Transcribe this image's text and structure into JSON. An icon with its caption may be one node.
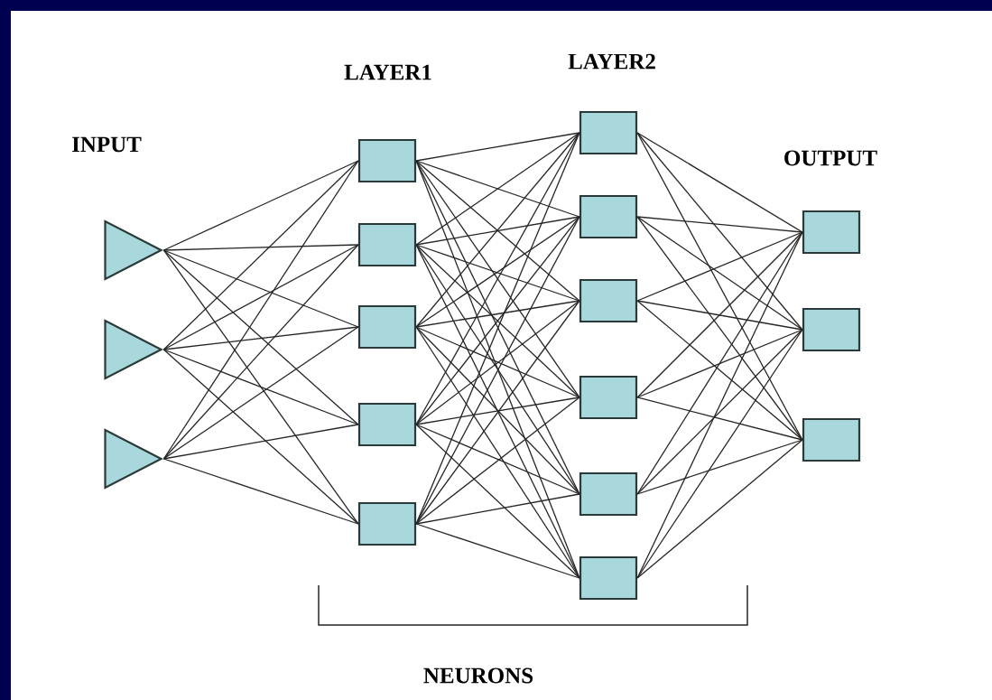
{
  "diagram": {
    "nodes": [
      {
        "text": [],
        "shape": "triangle"
      },
      {
        "text": [],
        "shape": "triangle"
      },
      {
        "text": [],
        "shape": "triangle"
      },
      {
        "text": [],
        "shape": "box"
      },
      {
        "text": [],
        "shape": "box"
      },
      {
        "text": [],
        "shape": "box"
      },
      {
        "text": [],
        "shape": "box"
      },
      {
        "text": [],
        "shape": "box"
      },
      {
        "text": [],
        "shape": "box"
      },
      {
        "text": [],
        "shape": "box"
      },
      {
        "text": [],
        "shape": "box"
      },
      {
        "text": [],
        "shape": "box"
      },
      {
        "text": [],
        "shape": "box"
      },
      {
        "text": [],
        "shape": "box"
      },
      {
        "text": [],
        "shape": "box"
      },
      {
        "text": [],
        "shape": "box"
      },
      {
        "text": [],
        "shape": "box"
      }
    ],
    "edges": [
      {
        "from": 0,
        "to": 3,
        "arrow": "none"
      },
      {
        "from": 0,
        "to": 4,
        "arrow": "none"
      },
      {
        "from": 0,
        "to": 5,
        "arrow": "none"
      },
      {
        "from": 0,
        "to": 6,
        "arrow": "none"
      },
      {
        "from": 0,
        "to": 7,
        "arrow": "none"
      },
      {
        "from": 1,
        "to": 3,
        "arrow": "none"
      },
      {
        "from": 1,
        "to": 4,
        "arrow": "none"
      },
      {
        "from": 1,
        "to": 5,
        "arrow": "none"
      },
      {
        "from": 1,
        "to": 6,
        "arrow": "none"
      },
      {
        "from": 1,
        "to": 7,
        "arrow": "none"
      },
      {
        "from": 2,
        "to": 3,
        "arrow": "none"
      },
      {
        "from": 2,
        "to": 4,
        "arrow": "none"
      },
      {
        "from": 2,
        "to": 5,
        "arrow": "none"
      },
      {
        "from": 2,
        "to": 6,
        "arrow": "none"
      },
      {
        "from": 2,
        "to": 7,
        "arrow": "none"
      },
      {
        "from": 3,
        "to": 8,
        "arrow": "none"
      },
      {
        "from": 3,
        "to": 9,
        "arrow": "none"
      },
      {
        "from": 3,
        "to": 10,
        "arrow": "none"
      },
      {
        "from": 3,
        "to": 11,
        "arrow": "none"
      },
      {
        "from": 3,
        "to": 12,
        "arrow": "none"
      },
      {
        "from": 3,
        "to": 13,
        "arrow": "none"
      },
      {
        "from": 4,
        "to": 8,
        "arrow": "none"
      },
      {
        "from": 4,
        "to": 9,
        "arrow": "none"
      },
      {
        "from": 4,
        "to": 10,
        "arrow": "none"
      },
      {
        "from": 4,
        "to": 11,
        "arrow": "none"
      },
      {
        "from": 4,
        "to": 12,
        "arrow": "none"
      },
      {
        "from": 4,
        "to": 13,
        "arrow": "none"
      },
      {
        "from": 5,
        "to": 8,
        "arrow": "none"
      },
      {
        "from": 5,
        "to": 9,
        "arrow": "none"
      },
      {
        "from": 5,
        "to": 10,
        "arrow": "none"
      },
      {
        "from": 5,
        "to": 11,
        "arrow": "none"
      },
      {
        "from": 5,
        "to": 12,
        "arrow": "none"
      },
      {
        "from": 5,
        "to": 13,
        "arrow": "none"
      },
      {
        "from": 6,
        "to": 8,
        "arrow": "none"
      },
      {
        "from": 6,
        "to": 9,
        "arrow": "none"
      },
      {
        "from": 6,
        "to": 10,
        "arrow": "none"
      },
      {
        "from": 6,
        "to": 11,
        "arrow": "none"
      },
      {
        "from": 6,
        "to": 12,
        "arrow": "none"
      },
      {
        "from": 6,
        "to": 13,
        "arrow": "none"
      },
      {
        "from": 7,
        "to": 8,
        "arrow": "none"
      },
      {
        "from": 7,
        "to": 9,
        "arrow": "none"
      },
      {
        "from": 7,
        "to": 10,
        "arrow": "none"
      },
      {
        "from": 7,
        "to": 11,
        "arrow": "none"
      },
      {
        "from": 7,
        "to": 12,
        "arrow": "none"
      },
      {
        "from": 7,
        "to": 13,
        "arrow": "none"
      },
      {
        "from": 8,
        "to": 14,
        "arrow": "none"
      },
      {
        "from": 8,
        "to": 15,
        "arrow": "none"
      },
      {
        "from": 8,
        "to": 16,
        "arrow": "none"
      },
      {
        "from": 9,
        "to": 14,
        "arrow": "none"
      },
      {
        "from": 9,
        "to": 15,
        "arrow": "none"
      },
      {
        "from": 9,
        "to": 16,
        "arrow": "none"
      },
      {
        "from": 10,
        "to": 14,
        "arrow": "none"
      },
      {
        "from": 10,
        "to": 15,
        "arrow": "none"
      },
      {
        "from": 10,
        "to": 16,
        "arrow": "none"
      },
      {
        "from": 11,
        "to": 14,
        "arrow": "none"
      },
      {
        "from": 11,
        "to": 15,
        "arrow": "none"
      },
      {
        "from": 11,
        "to": 16,
        "arrow": "none"
      },
      {
        "from": 12,
        "to": 14,
        "arrow": "none"
      },
      {
        "from": 12,
        "to": 15,
        "arrow": "none"
      },
      {
        "from": 12,
        "to": 16,
        "arrow": "none"
      },
      {
        "from": 13,
        "to": 14,
        "arrow": "none"
      },
      {
        "from": 13,
        "to": 15,
        "arrow": "none"
      },
      {
        "from": 13,
        "to": 16,
        "arrow": "none"
      }
    ],
    "labels": [
      "INPUT",
      "LAYER1",
      "LAYER2",
      "OUTPUT",
      "NEURONS"
    ]
  }
}
